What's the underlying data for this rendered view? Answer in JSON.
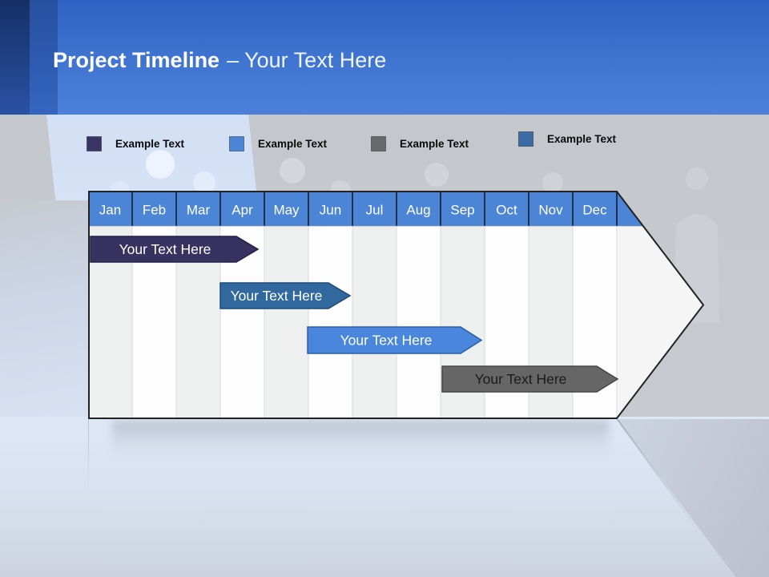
{
  "slide": {
    "title_bold": "Project Timeline",
    "title_rest": "– Your Text Here"
  },
  "legend": {
    "items": [
      {
        "label": "Example Text",
        "color": "#3a3566"
      },
      {
        "label": "Example Text",
        "color": "#4d85d6"
      },
      {
        "label": "Example Text",
        "color": "#696a6c"
      },
      {
        "label": "Example Text",
        "color": "#3b6ca3"
      }
    ]
  },
  "chart_data": {
    "type": "gantt-timeline",
    "months": [
      "Jan",
      "Feb",
      "Mar",
      "Apr",
      "May",
      "Jun",
      "Jul",
      "Aug",
      "Sep",
      "Oct",
      "Nov",
      "Dec"
    ],
    "header_color": "#4d85d6",
    "stripe_colors": [
      "#eeefef",
      "#fdfdfd"
    ],
    "tasks": [
      {
        "label": "Your Text Here",
        "start_month": "Jan",
        "end_month": "Apr",
        "color": "#373260",
        "text_color": "#ffffff"
      },
      {
        "label": "Your Text Here",
        "start_month": "Apr",
        "end_month": "Jun",
        "color": "#31689e",
        "text_color": "#ffffff"
      },
      {
        "label": "Your Text Here",
        "start_month": "Jun",
        "end_month": "Sep",
        "color": "#4a86dd",
        "text_color": "#ffffff"
      },
      {
        "label": "Your Text Here",
        "start_month": "Sep",
        "end_month": "Dec",
        "color": "#666666",
        "text_color": "#1b1b1b"
      }
    ],
    "layout": {
      "grid": "vertical-stripes",
      "arrow_direction": "right"
    }
  }
}
